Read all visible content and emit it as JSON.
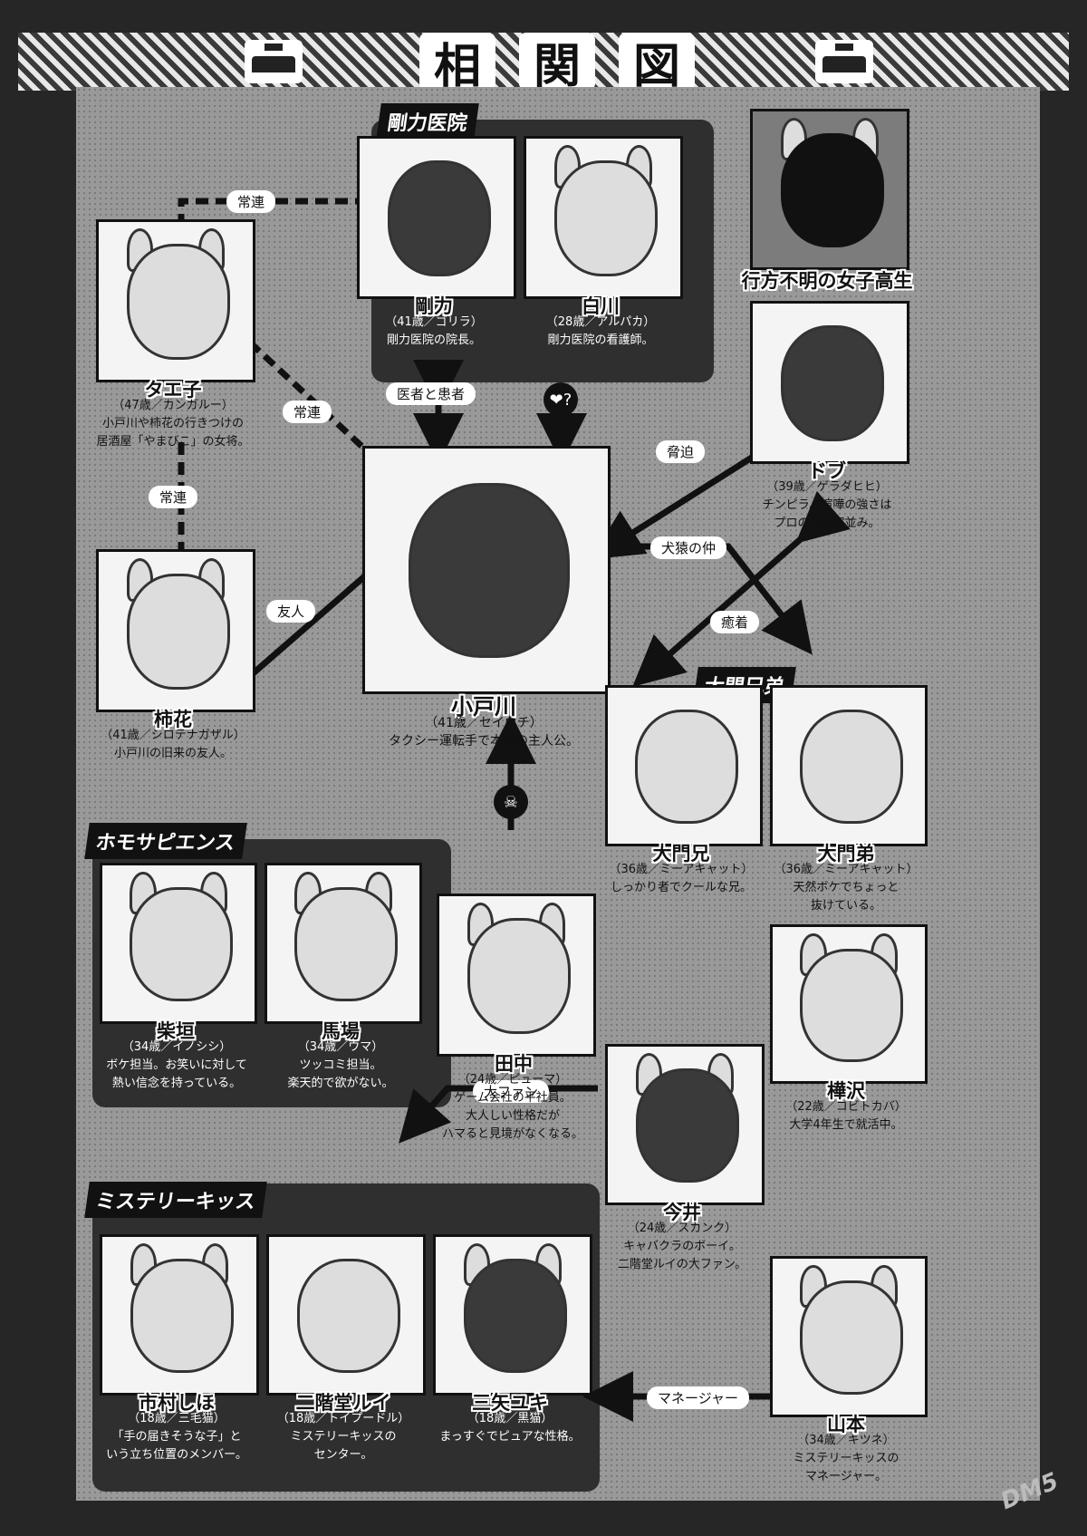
{
  "title": {
    "chars": [
      "相",
      "関",
      "図"
    ]
  },
  "groups": {
    "goriki_clinic": "剛力医院",
    "homo_sapiens": "ホモサピエンス",
    "daimon_brothers": "大門兄弟",
    "mystery_kiss": "ミステリーキッス"
  },
  "characters": {
    "taeko": {
      "name": "タエ子",
      "sub": "（47歳／カンガルー）",
      "desc": [
        "小戸川や柿花の行きつけの",
        "居酒屋「やまびこ」の女将。"
      ]
    },
    "goriki": {
      "name": "剛力",
      "sub": "（41歳／ゴリラ）",
      "desc": [
        "剛力医院の院長。"
      ]
    },
    "shirakawa": {
      "name": "白川",
      "sub": "（28歳／アルパカ）",
      "desc": [
        "剛力医院の看護師。"
      ]
    },
    "missing_girl": {
      "name": "行方不明の女子高生",
      "sub": "",
      "desc": []
    },
    "dobu": {
      "name": "ドブ",
      "sub": "（39歳／ゲラダヒヒ）",
      "desc": [
        "チンピラ。喧嘩の強さは",
        "プロの格闘家並み。"
      ]
    },
    "odokawa": {
      "name": "小戸川",
      "sub": "（41歳／セイウチ）",
      "desc": [
        "タクシー運転手で本編の主人公。"
      ]
    },
    "kakihana": {
      "name": "柿花",
      "sub": "（41歳／シロテナガザル）",
      "desc": [
        "小戸川の旧来の友人。"
      ]
    },
    "shibagaki": {
      "name": "柴垣",
      "sub": "（34歳／イノシシ）",
      "desc": [
        "ボケ担当。お笑いに対して",
        "熱い信念を持っている。"
      ]
    },
    "baba": {
      "name": "馬場",
      "sub": "（34歳／ウマ）",
      "desc": [
        "ツッコミ担当。",
        "楽天的で欲がない。"
      ]
    },
    "tanaka": {
      "name": "田中",
      "sub": "（24歳／ピューマ）",
      "desc": [
        "ゲーム会社の平社員。",
        "大人しい性格だが",
        "ハマると見境がなくなる。"
      ]
    },
    "daimon_ani": {
      "name": "大門兄",
      "sub": "（36歳／ミーアキャット）",
      "desc": [
        "しっかり者でクールな兄。"
      ]
    },
    "daimon_otouto": {
      "name": "大門弟",
      "sub": "（36歳／ミーアキャット）",
      "desc": [
        "天然ボケでちょっと",
        "抜けている。"
      ]
    },
    "imai": {
      "name": "今井",
      "sub": "（24歳／スカンク）",
      "desc": [
        "キャバクラのボーイ。",
        "二階堂ルイの大ファン。"
      ]
    },
    "kabasawa": {
      "name": "樺沢",
      "sub": "（22歳／コビトカバ）",
      "desc": [
        "大学4年生で就活中。"
      ]
    },
    "ichimura": {
      "name": "市村しほ",
      "sub": "（18歳／三毛猫）",
      "desc": [
        "「手の届きそうな子」と",
        "いう立ち位置のメンバー。"
      ]
    },
    "nikaido": {
      "name": "二階堂ルイ",
      "sub": "（18歳／トイプードル）",
      "desc": [
        "ミステリーキッスの",
        "センター。"
      ]
    },
    "miya": {
      "name": "三矢ユキ",
      "sub": "（18歳／黒猫）",
      "desc": [
        "まっすぐでピュアな性格。"
      ]
    },
    "yamamoto": {
      "name": "山本",
      "sub": "（34歳／キツネ）",
      "desc": [
        "ミステリーキッスの",
        "マネージャー。"
      ]
    }
  },
  "relations": {
    "joren_top": "常連",
    "joren_mid": "常連",
    "joren_left": "常連",
    "yujin": "友人",
    "isha_kanja": "医者と患者",
    "heart_q": "❤?",
    "kyohaku": "脅迫",
    "kenen": "犬猿の仲",
    "yuchaku": "癒着",
    "skull": "☠",
    "daifan": "大ファン",
    "manager": "マネージャー"
  },
  "watermark": "DM5"
}
